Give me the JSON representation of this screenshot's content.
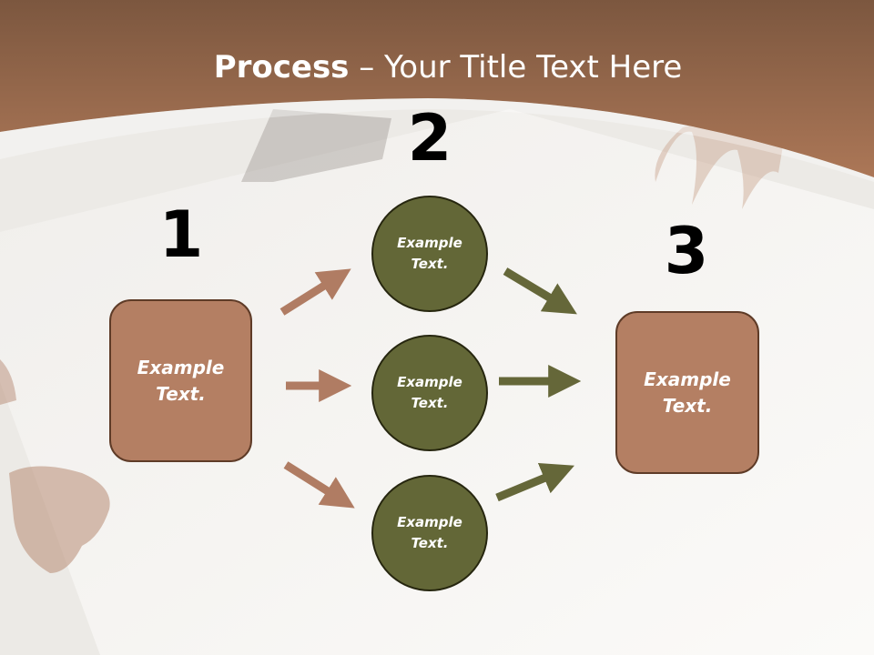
{
  "title": {
    "bold": "Process",
    "rest": " – Your Title Text Here"
  },
  "steps": [
    {
      "number": "1",
      "label": "Example\nText."
    },
    {
      "number": "2",
      "circles": [
        "Example\nText.",
        "Example\nText.",
        "Example\nText."
      ]
    },
    {
      "number": "3",
      "label": "Example\nText."
    }
  ],
  "colors": {
    "header_brown": "#a97452",
    "box_fill": "#b47f63",
    "circle_fill": "#636737",
    "arrow_brown": "#b07c63",
    "arrow_olive": "#656739"
  }
}
